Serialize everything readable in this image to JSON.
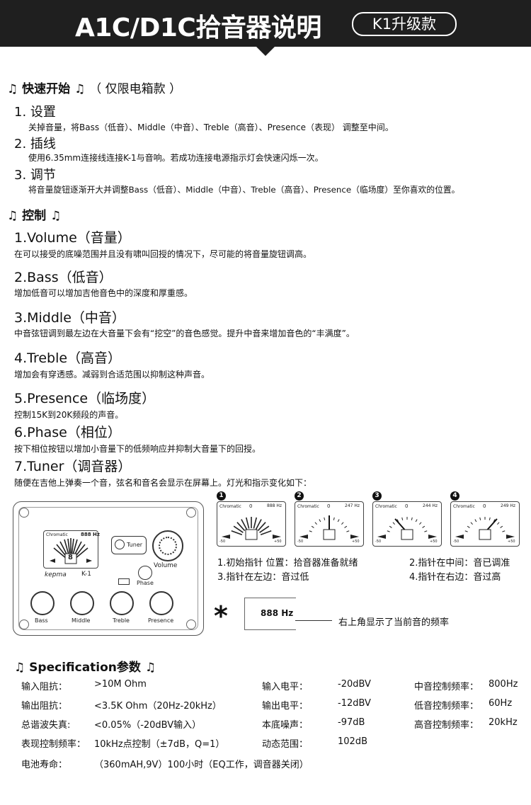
{
  "header": {
    "title": "A1C/D1C拾音器说明",
    "badge": "K1升级款"
  },
  "quick_start": {
    "title": "快速开始",
    "note": "（ 仅限电箱款 ）",
    "steps": [
      {
        "title": "1. 设置",
        "desc": "关掉音量，将Bass（低音）、Middle（中音）、Treble（高音）、Presence（表现） 调整至中间。"
      },
      {
        "title": "2. 插线",
        "desc": "使用6.35mm连接线连接K-1与音响。若成功连接电源指示灯会快速闪烁一次。"
      },
      {
        "title": "3. 调节",
        "desc": "将音量旋钮逐渐开大并调整Bass（低音）、Middle（中音）、Treble（高音）、Presence（临场度）至你喜欢的位置。"
      }
    ]
  },
  "controls": {
    "title": "控制",
    "items": [
      {
        "title": "1.Volume（音量）",
        "desc": "在可以接受的底噪范围并且没有啸叫回授的情况下，尽可能的将音量旋钮调高。"
      },
      {
        "title": "2.Bass（低音）",
        "desc": "增加低音可以增加吉他音色中的深度和厚重感。"
      },
      {
        "title": "3.Middle（中音）",
        "desc": "中音弦钮调到最左边在大音量下会有“挖空”的音色感觉。提升中音来增加音色的“丰满度”。"
      },
      {
        "title": "4.Treble（高音）",
        "desc": "增加会有穿透感。减弱到合适范围以抑制这种声音。"
      },
      {
        "title": "5.Presence（临场度）",
        "desc": "控制15K到20K频段的声音。"
      },
      {
        "title": "6.Phase（相位）",
        "desc": "按下相位按钮以增加小音量下的低频响应并抑制大音量下的回授。"
      },
      {
        "title": "7.Tuner（调音器）",
        "desc": "随便在吉他上弹奏一个音，弦名和音名会显示在屏幕上。灯光和指示变化如下："
      }
    ]
  },
  "device": {
    "display_mode": "Chromatic",
    "display_hz": "888 Hz",
    "display_note": "8",
    "brand": "kepma",
    "model": "K-1",
    "tuner_label": "Tuner",
    "volume_label": "Volume",
    "phase_label": "Phase",
    "knobs": [
      "Bass",
      "Middle",
      "Treble",
      "Presence"
    ]
  },
  "tuner_states": [
    {
      "num": "1",
      "mode": "Chromatic",
      "hz": "888 Hz",
      "scale_top": "0",
      "left": "-50",
      "right": "+50"
    },
    {
      "num": "2",
      "mode": "Chromatic",
      "hz": "247 Hz",
      "scale_top": "0",
      "left": "-50",
      "right": "+50"
    },
    {
      "num": "3",
      "mode": "Chromatic",
      "hz": "244 Hz",
      "scale_top": "0",
      "left": "-50",
      "right": "+50"
    },
    {
      "num": "4",
      "mode": "Chromatic",
      "hz": "249 Hz",
      "scale_top": "0",
      "left": "-50",
      "right": "+50"
    }
  ],
  "tuner_captions": {
    "c1": "1.初始指针 位置：拾音器准备就绪",
    "c2": "2.指针在中间：音已调准",
    "c3": "3.指针在左边：音过低",
    "c4": "4.指针在右边：音过高"
  },
  "freq_note": {
    "star": "*",
    "hz": "888 Hz",
    "text": "右上角显示了当前音的频率"
  },
  "spec": {
    "title": "Specification参数",
    "rows": [
      {
        "l1": "输入阻抗：",
        "v1": ">10M Ohm",
        "l2": "输入电平：",
        "v2": "-20dBV",
        "l3": "中音控制频率：",
        "v3": "800Hz"
      },
      {
        "l1": "输出阻抗：",
        "v1": "<3.5K Ohm（20Hz-20kHz）",
        "l2": "输出电平：",
        "v2": "-12dBV",
        "l3": "低音控制频率：",
        "v3": "60Hz"
      },
      {
        "l1": "总谐波失真:",
        "v1": "<0.05%（-20dBV输入）",
        "l2": "本底噪声：",
        "v2": "-97dB",
        "l3": "高音控制频率：",
        "v3": "20kHz"
      },
      {
        "l1": "表现控制频率：",
        "v1": "10kHz点控制（±7dB，Q=1）",
        "l2": "动态范围：",
        "v2": "102dB",
        "l3": "",
        "v3": ""
      }
    ],
    "battery_label": "电池寿命：",
    "battery_value": "（360mAH,9V）100小时（EQ工作，调音器关闭）"
  },
  "icons": {
    "music_note": "♫"
  }
}
